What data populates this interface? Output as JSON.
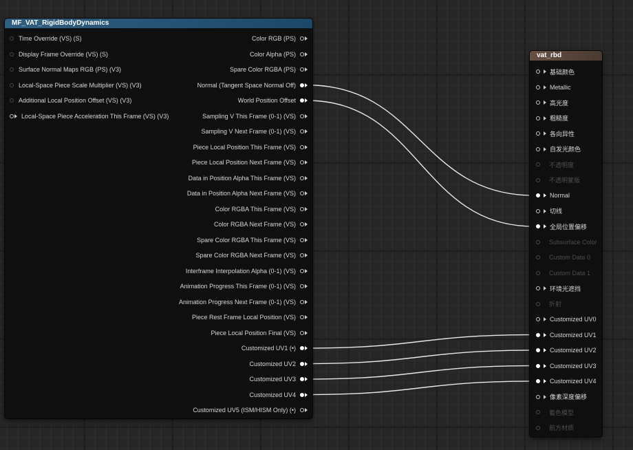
{
  "left_node": {
    "title": "MF_VAT_RigidBodyDynamics",
    "inputs": [
      {
        "label": "Time Override (VS) (S)",
        "state": "faint"
      },
      {
        "label": "Display Frame Override (VS) (S)",
        "state": "faint"
      },
      {
        "label": "Surface Normal Maps RGB (PS) (V3)",
        "state": "faint"
      },
      {
        "label": "Local-Space Piece Scale Multiplier (VS) (V3)",
        "state": "faint"
      },
      {
        "label": "Additional Local Position Offset (VS) (V3)",
        "state": "faint"
      },
      {
        "label": "Local-Space Piece Acceleration This Frame (VS) (V3)",
        "state": "open"
      }
    ],
    "outputs": [
      {
        "label": "Color RGB (PS)",
        "connected": false
      },
      {
        "label": "Color Alpha (PS)",
        "connected": false
      },
      {
        "label": "Spare Color RGBA (PS)",
        "connected": false
      },
      {
        "label": "Normal (Tangent Space Normal Off)",
        "connected": true
      },
      {
        "label": "World Position Offset",
        "connected": true
      },
      {
        "label": "Sampling V This Frame (0-1) (VS)",
        "connected": false
      },
      {
        "label": "Sampling V Next Frame (0-1) (VS)",
        "connected": false
      },
      {
        "label": "Piece Local Position This Frame (VS)",
        "connected": false
      },
      {
        "label": "Piece Local Position Next Frame (VS)",
        "connected": false
      },
      {
        "label": "Data in Position Alpha This Frame (VS)",
        "connected": false
      },
      {
        "label": "Data in Position Alpha Next Frame (VS)",
        "connected": false
      },
      {
        "label": "Color RGBA This Frame (VS)",
        "connected": false
      },
      {
        "label": "Color RGBA Next Frame (VS)",
        "connected": false
      },
      {
        "label": "Spare Color RGBA This Frame (VS)",
        "connected": false
      },
      {
        "label": "Spare Color RGBA Next Frame (VS)",
        "connected": false
      },
      {
        "label": "Interframe Interpolation Alpha (0-1) (VS)",
        "connected": false
      },
      {
        "label": "Animation Progress This Frame (0-1) (VS)",
        "connected": false
      },
      {
        "label": "Animation Progress Next Frame (0-1) (VS)",
        "connected": false
      },
      {
        "label": "Piece Rest Frame Local Position (VS)",
        "connected": false
      },
      {
        "label": "Piece Local Position Final (VS)",
        "connected": false
      },
      {
        "label": "Customized UV1 (•)",
        "connected": true
      },
      {
        "label": "Customized UV2",
        "connected": true
      },
      {
        "label": "Customized UV3",
        "connected": true
      },
      {
        "label": "Customized UV4",
        "connected": true
      },
      {
        "label": "Customized UV5 (ISM/HISM Only) (•)",
        "connected": false
      }
    ]
  },
  "right_node": {
    "title": "vat_rbd",
    "inputs": [
      {
        "label": "基础颜色",
        "state": "open"
      },
      {
        "label": "Metallic",
        "state": "open"
      },
      {
        "label": "高光度",
        "state": "open"
      },
      {
        "label": "粗糙度",
        "state": "open"
      },
      {
        "label": "各向异性",
        "state": "open"
      },
      {
        "label": "自发光颜色",
        "state": "open"
      },
      {
        "label": "不透明度",
        "state": "faint"
      },
      {
        "label": "不透明蒙版",
        "state": "faint"
      },
      {
        "label": "Normal",
        "state": "connected"
      },
      {
        "label": "切线",
        "state": "open"
      },
      {
        "label": "全局位置偏移",
        "state": "connected"
      },
      {
        "label": "Subsurface Color",
        "state": "faint"
      },
      {
        "label": "Custom Data 0",
        "state": "faint"
      },
      {
        "label": "Custom Data 1",
        "state": "faint"
      },
      {
        "label": "环境光遮挡",
        "state": "open"
      },
      {
        "label": "折射",
        "state": "faint"
      },
      {
        "label": "Customized UV0",
        "state": "open"
      },
      {
        "label": "Customized UV1",
        "state": "connected"
      },
      {
        "label": "Customized UV2",
        "state": "connected"
      },
      {
        "label": "Customized UV3",
        "state": "connected"
      },
      {
        "label": "Customized UV4",
        "state": "connected"
      },
      {
        "label": "像素深度偏移",
        "state": "open"
      },
      {
        "label": "着色模型",
        "state": "faint"
      },
      {
        "label": "前方材质",
        "state": "faint"
      }
    ]
  },
  "wires": [
    {
      "from": "Normal (Tangent Space Normal Off)",
      "to": "Normal"
    },
    {
      "from": "World Position Offset",
      "to": "全局位置偏移"
    },
    {
      "from": "Customized UV1 (•)",
      "to": "Customized UV1"
    },
    {
      "from": "Customized UV2",
      "to": "Customized UV2"
    },
    {
      "from": "Customized UV3",
      "to": "Customized UV3"
    },
    {
      "from": "Customized UV4",
      "to": "Customized UV4"
    }
  ],
  "colors": {
    "left_header": "#2e5e80",
    "right_header": "#665043",
    "wire": "#e8e8e8"
  }
}
